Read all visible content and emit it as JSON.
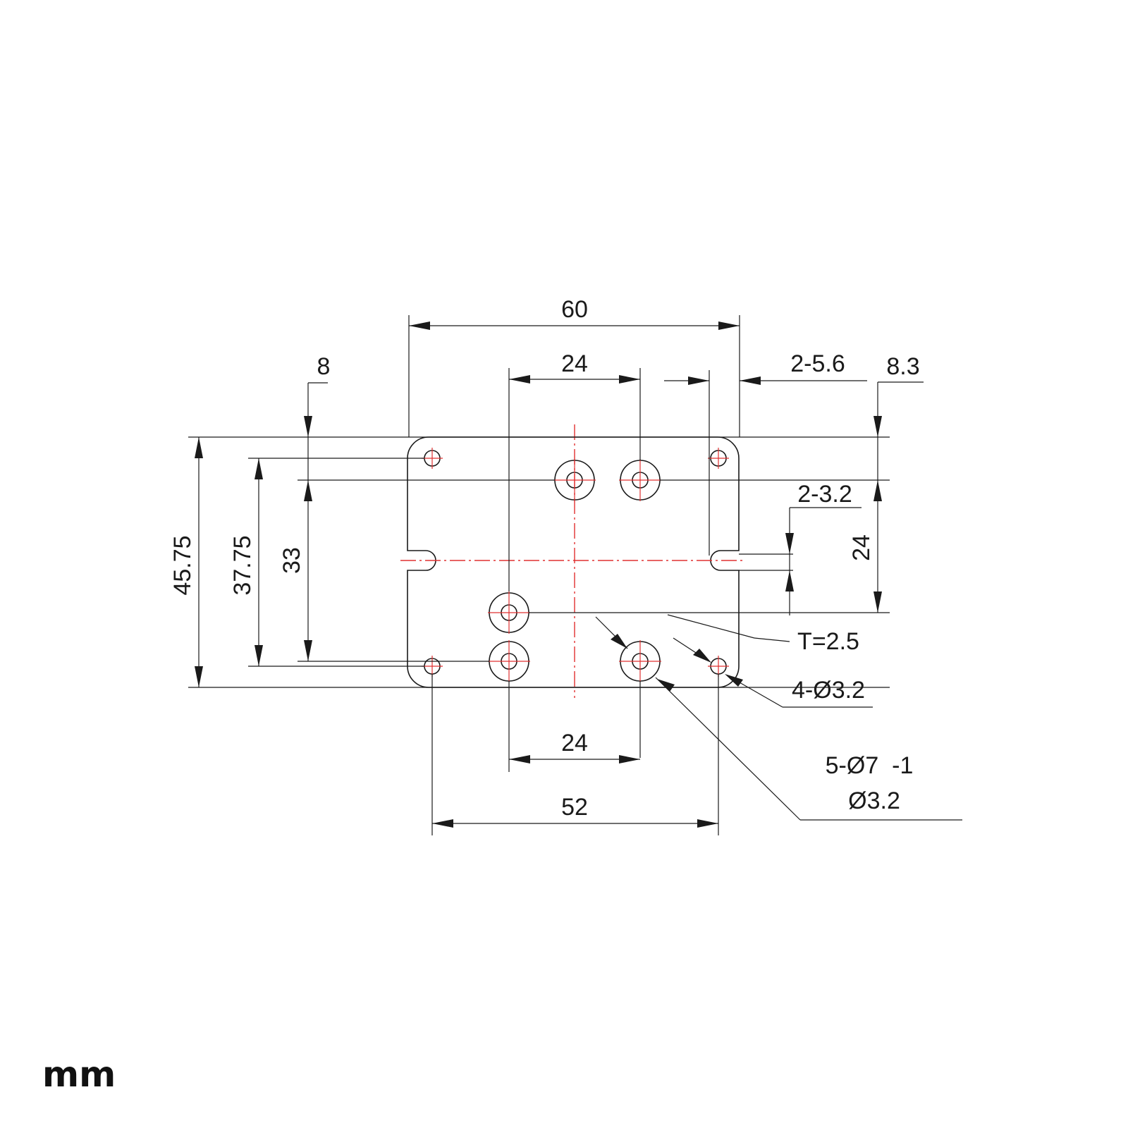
{
  "diagram": {
    "units": "mm",
    "dimensions": {
      "overall_width": "60",
      "top_hole_spacing": "24",
      "slot_width_note": "2-5.6",
      "right_offset": "8.3",
      "left_offset": "8",
      "overall_height": "45.75",
      "outer_hole_spacing_vertical": "37.75",
      "inner_hole_spacing_vertical": "33",
      "right_hole_spacing_vertical": "24",
      "slot_height_note": "2-3.2",
      "thickness_note": "T=2.5",
      "small_holes_note": "4-Ø3.2",
      "counterbore_note_line1": "5-Ø7  -1",
      "counterbore_note_line2": "Ø3.2",
      "bottom_hole_spacing": "24",
      "outer_hole_spacing_horizontal": "52"
    },
    "colors": {
      "line": "#1a1a1a",
      "centerline": "#e03030"
    }
  }
}
